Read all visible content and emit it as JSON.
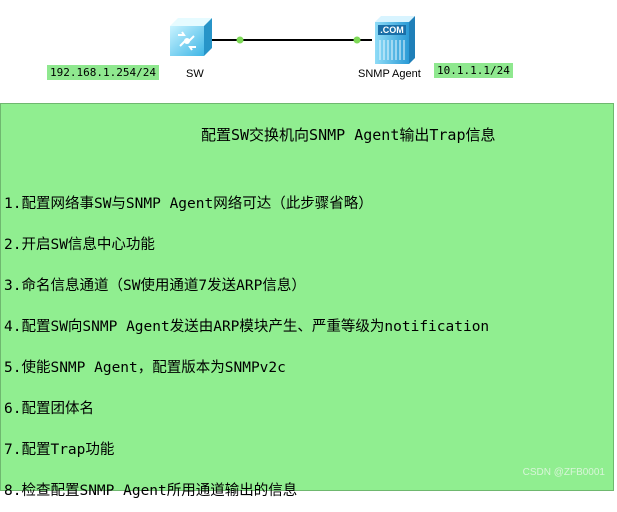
{
  "topology": {
    "switch": {
      "label": "SW",
      "ip": "192.168.1.254/24",
      "icon": "switch-icon"
    },
    "agent": {
      "label": "SNMP Agent",
      "ip": "10.1.1.1/24",
      "badge": ".COM",
      "icon": "server-icon"
    }
  },
  "panel": {
    "title": "配置SW交换机向SNMP Agent输出Trap信息",
    "steps": [
      "1.配置网络事SW与SNMP Agent网络可达（此步骤省略）",
      "2.开启SW信息中心功能",
      "3.命名信息通道（SW使用通道7发送ARP信息）",
      "4.配置SW向SNMP Agent发送由ARP模块产生、严重等级为notification",
      "5.使能SNMP Agent，配置版本为SNMPv2c",
      "6.配置团体名",
      "7.配置Trap功能",
      "8.检查配置SNMP Agent所用通道输出的信息"
    ]
  },
  "watermark": "CSDN @ZFB0001",
  "colors": {
    "panel_bg": "#90ee90",
    "label_bg": "#8fe88f",
    "link_dot": "#7ed957"
  }
}
